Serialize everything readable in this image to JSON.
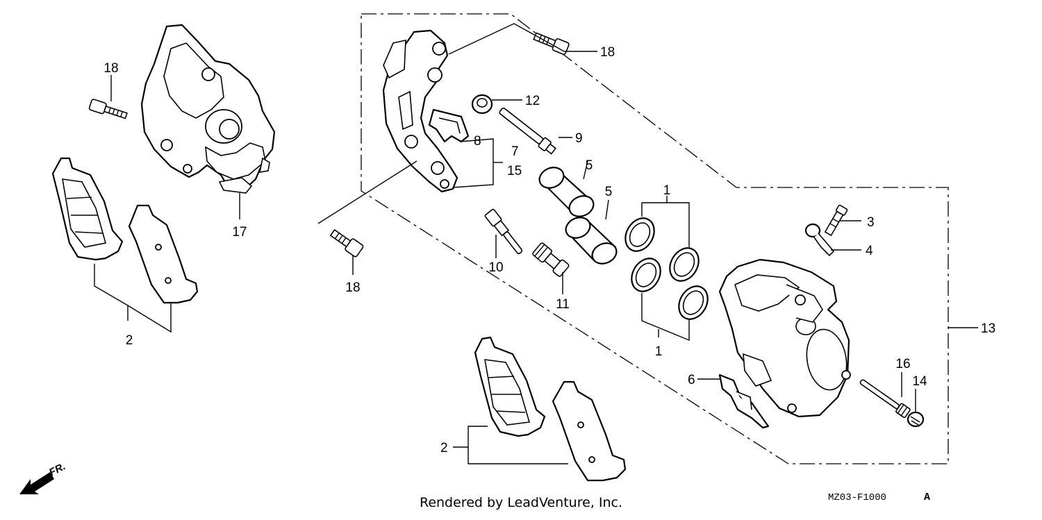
{
  "callouts": {
    "c1a": "1",
    "c1b": "1",
    "c2a": "2",
    "c2b": "2",
    "c3": "3",
    "c4": "4",
    "c5a": "5",
    "c5b": "5",
    "c6": "6",
    "c7": "7",
    "c8": "8",
    "c9": "9",
    "c10": "10",
    "c11": "11",
    "c12": "12",
    "c13": "13",
    "c14": "14",
    "c15": "15",
    "c16": "16",
    "c17": "17",
    "c18a": "18",
    "c18b": "18",
    "c18c": "18"
  },
  "diagram_code": "MZ03-F1000",
  "diagram_revision": "A",
  "front_marker": "FR.",
  "credit": "Rendered by LeadVenture, Inc.",
  "icons": {
    "front_arrow": "arrow-left-down-icon"
  }
}
